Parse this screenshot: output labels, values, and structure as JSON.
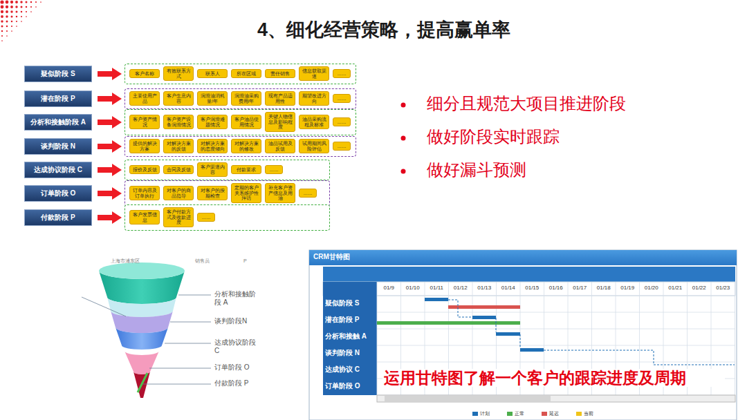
{
  "diagram": {
    "title": "4、细化经营策略，提高赢单率",
    "nodes": [
      {
        "text": [
          "疑似阶段 S"
        ]
      },
      {
        "text": []
      },
      {
        "text": [
          "客户名称"
        ],
        "in": 1
      },
      {
        "text": [
          "有效联系方式"
        ],
        "in": 1
      },
      {
        "text": [
          "联系人"
        ],
        "in": 1
      },
      {
        "text": [
          "所在区域"
        ],
        "in": 1
      },
      {
        "text": [
          "责任销售"
        ],
        "in": 1
      },
      {
        "text": [
          "信息获取渠道"
        ],
        "in": 1
      },
      {
        "text": [
          "……"
        ],
        "in": 1
      },
      {
        "text": [
          "潜在阶段 P"
        ]
      },
      {
        "text": []
      },
      {
        "text": [
          "主要使用产品"
        ],
        "in": 10
      },
      {
        "text": [
          "客户生意内容"
        ],
        "in": 10
      },
      {
        "text": [
          "润滑油消耗量/年"
        ],
        "in": 10
      },
      {
        "text": [
          "润滑油采购费用/年"
        ],
        "in": 10
      },
      {
        "text": [
          "现有产品适用性"
        ],
        "in": 10
      },
      {
        "text": [
          "期望改进方向"
        ],
        "in": 10
      },
      {
        "text": [
          "……"
        ],
        "in": 10
      },
      {
        "text": [
          "分析和接触阶段 A"
        ]
      },
      {
        "text": []
      },
      {
        "text": [
          "客户资产情况"
        ],
        "in": 19
      },
      {
        "text": [
          "客户资产设备润滑情况"
        ],
        "in": 19
      },
      {
        "text": [
          "客户润滑难题情况"
        ],
        "in": 19
      },
      {
        "text": [
          "客户油品使用情况"
        ],
        "in": 19
      },
      {
        "text": [
          "关键人物信息及影响程度"
        ],
        "in": 19
      },
      {
        "text": [
          "油品采购流程及标准"
        ],
        "in": 19
      },
      {
        "text": [
          "……"
        ],
        "in": 19
      },
      {
        "text": [
          "谈判阶段 N"
        ]
      },
      {
        "text": []
      },
      {
        "text": [
          "提供的解决方案"
        ],
        "in": 28
      },
      {
        "text": [
          "对解决方案的反馈"
        ],
        "in": 28
      },
      {
        "text": [
          "对解决方案的态度倾向"
        ],
        "in": 28
      },
      {
        "text": [
          "对解决方案的修改"
        ],
        "in": 28
      },
      {
        "text": [
          "油品试用及反馈"
        ],
        "in": 28
      },
      {
        "text": [
          "试用期间风险评估"
        ],
        "in": 28
      },
      {
        "text": [
          "……"
        ],
        "in": 28
      },
      {
        "text": [
          "达成协议阶段 C"
        ]
      },
      {
        "text": []
      },
      {
        "text": [
          "报价及反馈"
        ],
        "in": 37
      },
      {
        "text": [
          "合同及反馈"
        ],
        "in": 37
      },
      {
        "text": [
          "客户渠道内容"
        ],
        "in": 37
      },
      {
        "text": [
          "付款要求"
        ],
        "in": 37
      },
      {
        "text": [
          "……"
        ],
        "in": 37
      },
      {
        "text": [
          "订单阶段 O"
        ]
      },
      {
        "text": []
      },
      {
        "text": [
          "订单内容及订单执行"
        ],
        "in": 44
      },
      {
        "text": [
          "对客户的商品指导"
        ],
        "in": 44
      },
      {
        "text": [
          "对客户的按期检查"
        ],
        "in": 44
      },
      {
        "text": [
          "定期的客户关系维护性拜访"
        ],
        "in": 44
      },
      {
        "text": [
          "补充客户资产信息及用油"
        ],
        "in": 44
      },
      {
        "text": [
          "……"
        ],
        "in": 44
      },
      {
        "text": [
          "付款阶段 P"
        ]
      },
      {
        "text": []
      },
      {
        "text": [
          "客户发票信息"
        ],
        "in": 52
      },
      {
        "text": [
          "客户付款方式及收款进度"
        ],
        "in": 52
      },
      {
        "text": [
          "……"
        ],
        "in": 52
      }
    ],
    "edges": [
      {
        "from": 0,
        "to": 1,
        "arrow": "to"
      },
      {
        "from": 9,
        "to": 10,
        "arrow": "to"
      },
      {
        "from": 18,
        "to": 19,
        "arrow": "to"
      },
      {
        "from": 27,
        "to": 28,
        "arrow": "to"
      },
      {
        "from": 36,
        "to": 37,
        "arrow": "to"
      },
      {
        "from": 43,
        "to": 44,
        "arrow": "to"
      },
      {
        "from": 51,
        "to": 52,
        "arrow": "to"
      }
    ],
    "labels": [
      "细分且规范大项目推进阶段",
      "做好阶段实时跟踪",
      "做好漏斗预测",
      "上海市浦东区",
      "销售员",
      "P",
      "分析和接触阶段 A",
      "谈判阶段N",
      "达成协议阶段 C",
      "订单阶段 O",
      "付款阶段 P",
      "CRM甘特图",
      "01/9",
      "01/10",
      "01/11",
      "01/12",
      "01/13",
      "01/14",
      "01/15",
      "01/16",
      "01/17",
      "01/18",
      "01/19",
      "01/20",
      "01/21",
      "01/22",
      "01/23",
      "疑似阶段 S",
      "潜在阶段 P",
      "分析和接触 A",
      "谈判阶段 N",
      "达成协议 C",
      "订单阶段 O",
      "运用甘特图了解一个客户的跟踪进度及周期"
    ],
    "legend": [
      {
        "text": "计划",
        "color": "#1f6fb5"
      },
      {
        "text": "正常",
        "color": "#4cae4c"
      },
      {
        "text": "延迟",
        "color": "#d9534f"
      },
      {
        "text": "当前",
        "color": "#f0c419"
      }
    ]
  }
}
